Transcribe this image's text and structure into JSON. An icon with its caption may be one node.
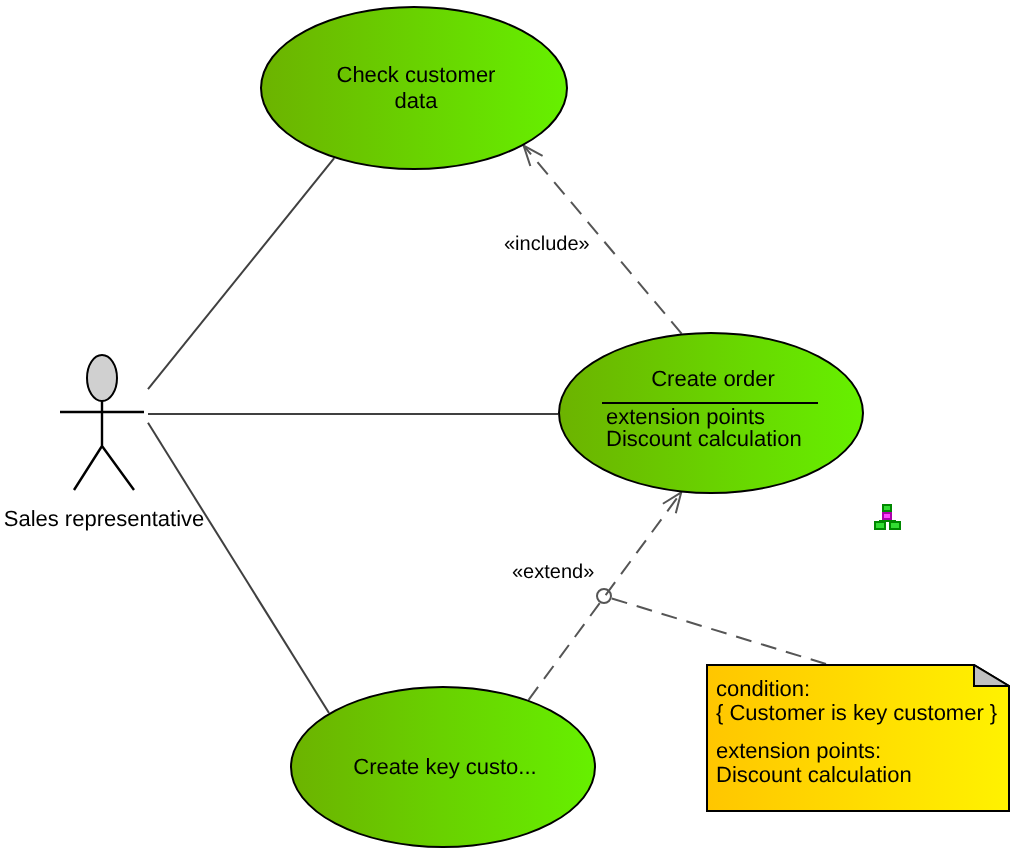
{
  "diagram": {
    "nodes": [
      {
        "text": [
          "Sales representative"
        ]
      },
      {
        "text": [
          "Check customer data"
        ]
      },
      {
        "text": [
          "Create order",
          "extension points",
          "Discount calculation"
        ]
      },
      {
        "text": [
          "Create key custo..."
        ]
      },
      {
        "text": [
          "condition:",
          "{ Customer is key customer }",
          "extension points:",
          "Discount calculation"
        ]
      },
      {
        "text": [],
        "shape": "circle"
      }
    ],
    "edges": [
      {
        "from": 0,
        "to": 1,
        "arrow": "none"
      },
      {
        "from": 0,
        "to": 2,
        "arrow": "none"
      },
      {
        "from": 0,
        "to": 3,
        "arrow": "none"
      },
      {
        "from": 2,
        "to": 1,
        "arrow": "to",
        "label": "«include»",
        "style": "dashed"
      },
      {
        "from": 3,
        "to": 2,
        "arrow": "to",
        "label": "«extend»",
        "style": "dashed"
      },
      {
        "from": 4,
        "to": 5,
        "arrow": "none",
        "style": "dashed"
      }
    ]
  }
}
